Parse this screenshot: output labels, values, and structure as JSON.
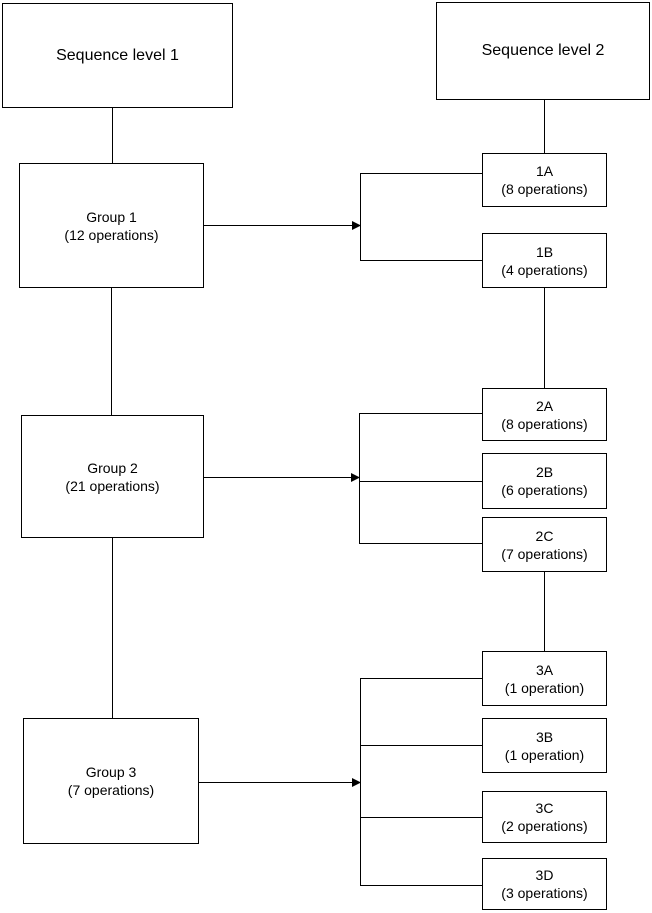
{
  "diagram": {
    "headers": {
      "level1": "Sequence level 1",
      "level2": "Sequence level 2"
    },
    "groups": [
      {
        "name": "Group 1",
        "detail": "(12 operations)"
      },
      {
        "name": "Group 2",
        "detail": "(21 operations)"
      },
      {
        "name": "Group 3",
        "detail": "(7 operations)"
      }
    ],
    "subgroups": [
      {
        "name": "1A",
        "detail": "(8 operations)",
        "parent": "Group 1"
      },
      {
        "name": "1B",
        "detail": "(4 operations)",
        "parent": "Group 1"
      },
      {
        "name": "2A",
        "detail": "(8 operations)",
        "parent": "Group 2"
      },
      {
        "name": "2B",
        "detail": "(6 operations)",
        "parent": "Group 2"
      },
      {
        "name": "2C",
        "detail": "(7 operations)",
        "parent": "Group 2"
      },
      {
        "name": "3A",
        "detail": "(1 operation)",
        "parent": "Group 3"
      },
      {
        "name": "3B",
        "detail": "(1 operation)",
        "parent": "Group 3"
      },
      {
        "name": "3C",
        "detail": "(2 operations)",
        "parent": "Group 3"
      },
      {
        "name": "3D",
        "detail": "(3 operations)",
        "parent": "Group 3"
      }
    ],
    "colors": {
      "background": "#ffffff",
      "box_fill": "#ffffff",
      "box_border": "#000000",
      "line": "#000000",
      "text": "#000000"
    }
  }
}
